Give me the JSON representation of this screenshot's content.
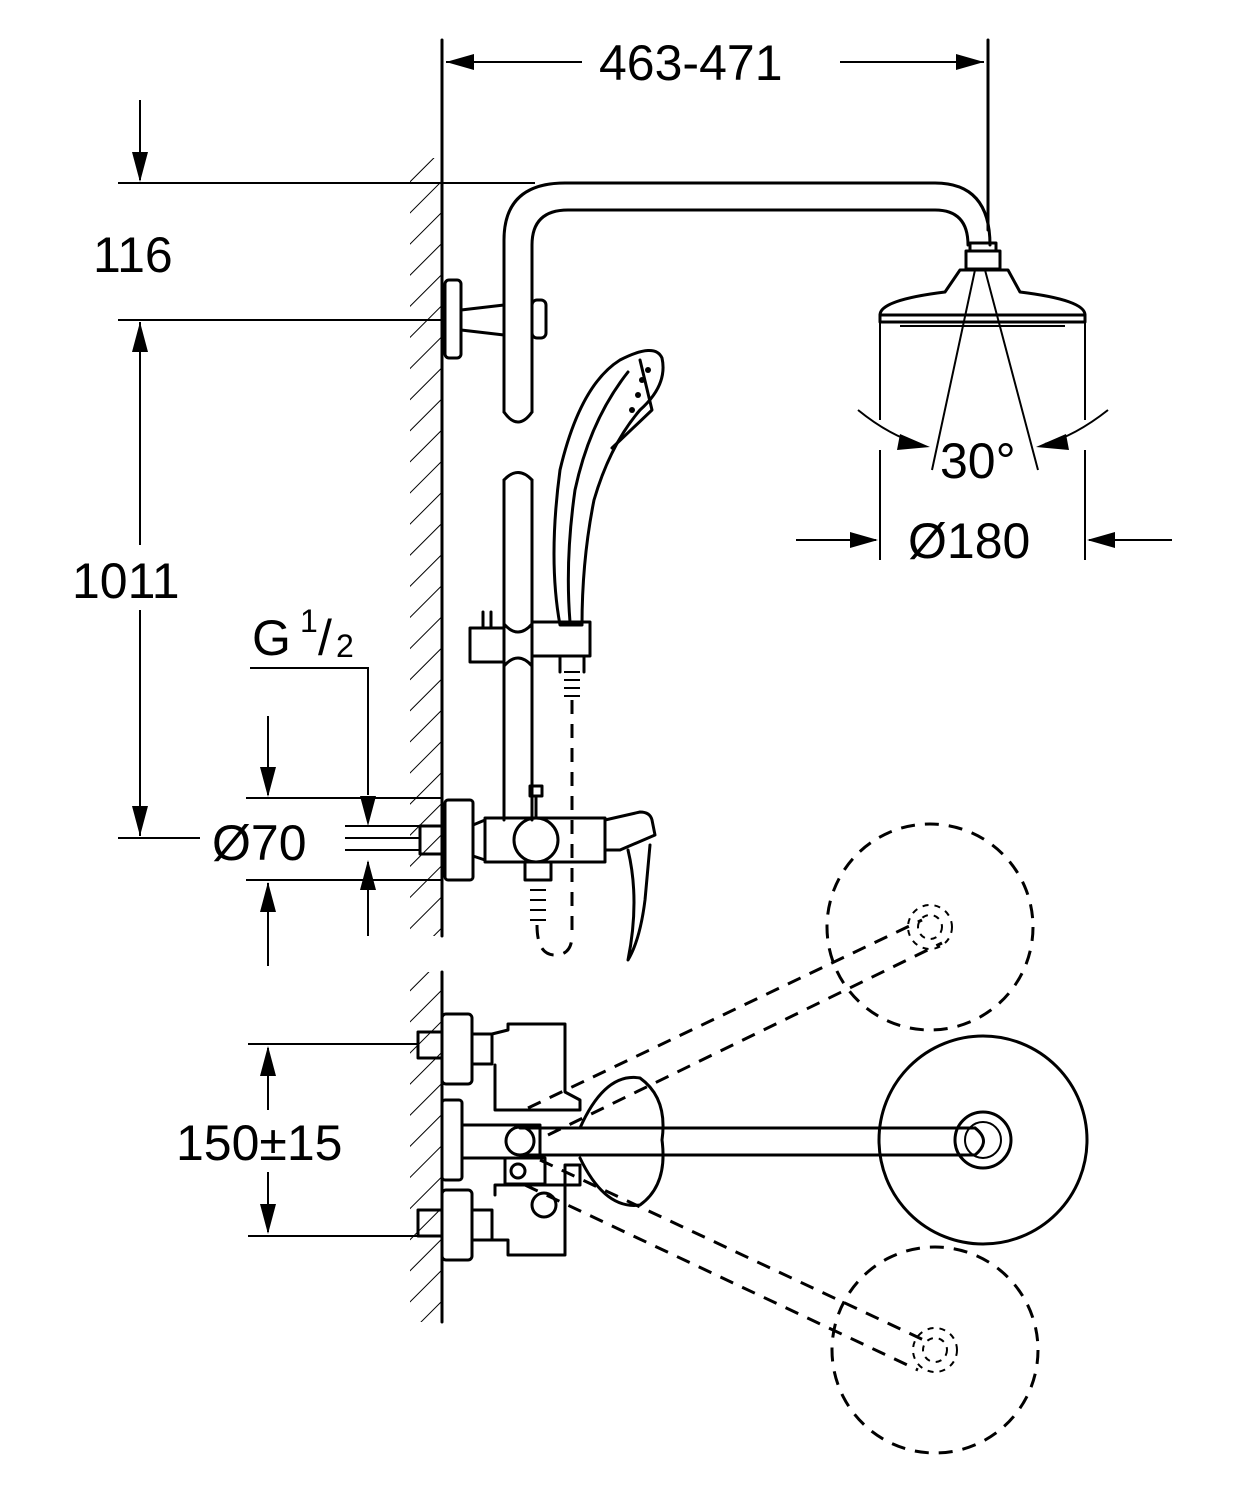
{
  "dimensions": {
    "width_range": "463-471",
    "top_offset": "116",
    "rail_height": "1011",
    "connection_thread": "G",
    "thread_num": "1",
    "thread_den": "2",
    "flange_diameter": "Ø70",
    "head_diameter": "Ø180",
    "tilt_angle": "30°",
    "inlet_spacing": "150±15"
  }
}
